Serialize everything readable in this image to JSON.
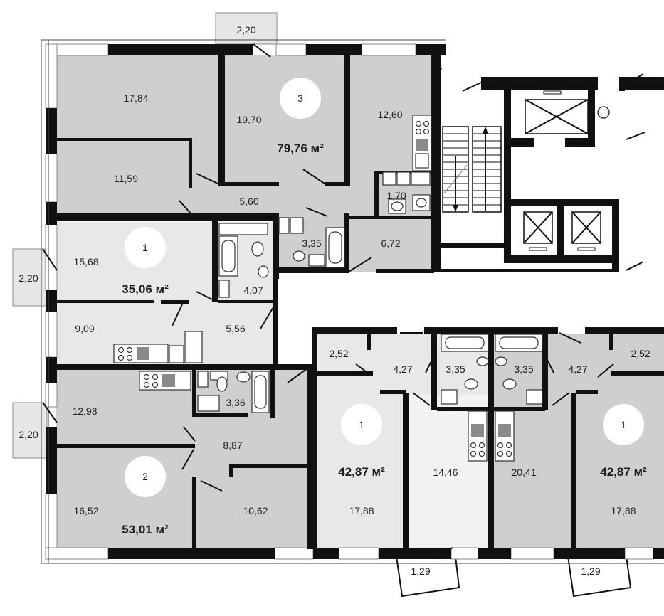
{
  "apartments": [
    {
      "id": "apt-3",
      "rooms": "3",
      "area": "79,76 м²"
    },
    {
      "id": "apt-1a",
      "rooms": "1",
      "area": "35,06 м²"
    },
    {
      "id": "apt-2",
      "rooms": "2",
      "area": "53,01 м²"
    },
    {
      "id": "apt-1b",
      "rooms": "1",
      "area": "42,87 м²"
    },
    {
      "id": "apt-1c",
      "rooms": "1",
      "area": "42,87 м²"
    }
  ],
  "rooms": [
    "17,84",
    "19,70",
    "12,60",
    "11,59",
    "5,60",
    "1,70",
    "3,35",
    "6,72",
    "15,68",
    "4,07",
    "9,09",
    "5,56",
    "12,98",
    "3,36",
    "8,87",
    "16,52",
    "10,62",
    "2,52",
    "4,27",
    "3,35",
    "3,35",
    "4,27",
    "2,52",
    "14,46",
    "20,41",
    "17,88",
    "17,88"
  ],
  "balconies": [
    "2,20",
    "2,20",
    "2,20",
    "1,29",
    "1,29"
  ],
  "colors": {
    "living_dark": "#cfcfd0",
    "living_light": "#e8e8e9",
    "wall": "#111111",
    "badge": "#ffffff"
  }
}
